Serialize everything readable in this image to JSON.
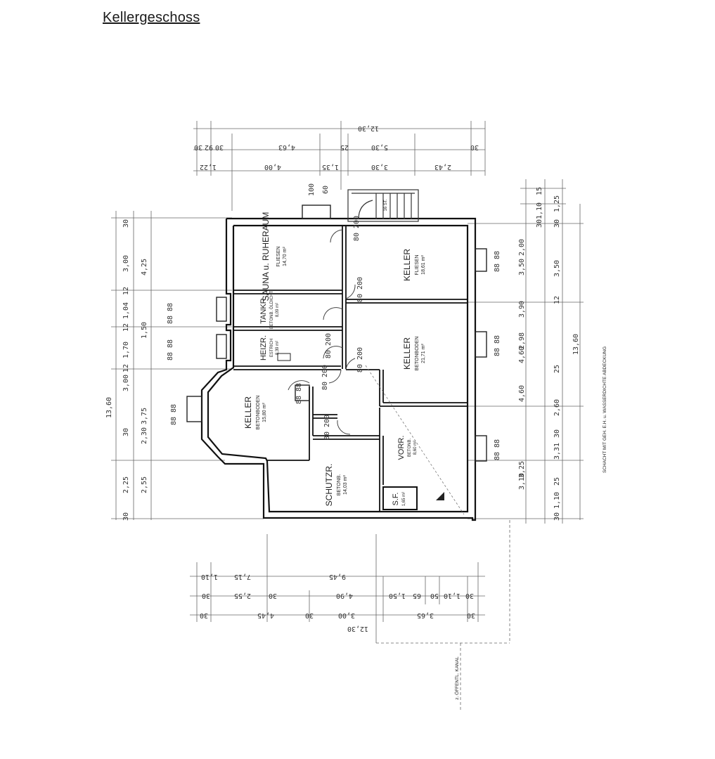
{
  "title": "Kellergeschoss",
  "rooms": {
    "sauna": {
      "name": "SAUNA u. RUHERAUM",
      "floor": "FLIESEN",
      "area": "14,70 m²"
    },
    "keller_ne": {
      "name": "KELLER",
      "floor": "FLIESEN",
      "area": "18,61 m²"
    },
    "tank": {
      "name": "TANKR.",
      "floor": "BETONB. ÖLDICHT",
      "area": "8,09 m²"
    },
    "heiz": {
      "name": "HEIZR.",
      "floor": "ESTRICH",
      "area": "8,39 m²"
    },
    "keller_e": {
      "name": "KELLER",
      "floor": "BETONBODEN",
      "area": "21,71 m²"
    },
    "keller_w": {
      "name": "KELLER",
      "floor": "BETONBODEN",
      "area": "15,80 m²"
    },
    "vorr": {
      "name": "VORR.",
      "floor": "BETONB.",
      "area": "8,60 m²"
    },
    "schutz": {
      "name": "SCHUTZR.",
      "floor": "BETONB.",
      "area": "14,03 m²"
    },
    "sf": {
      "name": "S.F.",
      "area": "1,65 m²"
    }
  },
  "annotations": {
    "schacht": "SCHACHT MIT GEH. E.H. u. WASSERDICHTE ABDECKUNG",
    "kanal": "z. ÖFFENTL. KANAL"
  },
  "dims": {
    "top_total": "12,30",
    "top_row1": [
      "30",
      "92",
      "30",
      "4,63",
      "25",
      "5,30",
      "30"
    ],
    "top_row2": [
      "1,22",
      "4,00",
      "1,35",
      "3,30",
      "2,43"
    ],
    "top_small": [
      "100",
      "60"
    ],
    "bottom_total": "12,30",
    "bottom_row1": [
      "1,10",
      "7,15",
      "9,45"
    ],
    "bottom_row2": [
      "30",
      "2,55",
      "30",
      "4,90",
      "1,50",
      "65",
      "50",
      "1,10",
      "30"
    ],
    "bottom_row3": [
      "30",
      "4,45",
      "30",
      "3,00",
      "3,65",
      "30"
    ],
    "left_total": "13,60",
    "left_row1": [
      "30",
      "3,00",
      "12",
      "1,04",
      "12",
      "1,70",
      "12",
      "3,00",
      "30",
      "2,25",
      "30"
    ],
    "left_row2": [
      "4,25",
      "1,50",
      "3,75",
      "2,30",
      "2,55"
    ],
    "right_total": "13,60",
    "right_row1": [
      "30",
      "1,10",
      "15"
    ],
    "right_row2": [
      "30",
      "1,25",
      "3,50",
      "12",
      "25",
      "2,60",
      "30",
      "3,31",
      "25",
      "1,10",
      "30"
    ],
    "right_row3": [
      "2,00",
      "3,50",
      "3,90",
      "4,60",
      "2,98",
      "4,60",
      "3,10",
      "3,25"
    ],
    "window": "88 88",
    "stairs": "16 ST.",
    "door": "80 200"
  }
}
